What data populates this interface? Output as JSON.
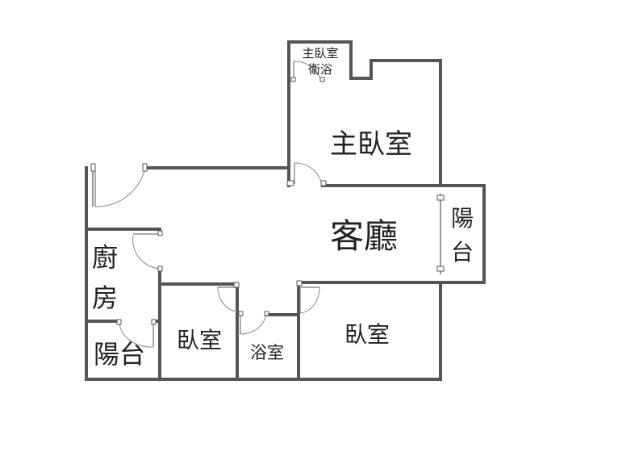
{
  "floorplan": {
    "rooms": {
      "master_bath": {
        "line1": "主臥室",
        "line2": "衛浴"
      },
      "master_bedroom": "主臥室",
      "living_room": "客廳",
      "balcony_east": {
        "line1": "陽",
        "line2": "台"
      },
      "kitchen": {
        "line1": "廚",
        "line2": "房"
      },
      "balcony_kitchen": "陽台",
      "bedroom_left": "臥室",
      "bathroom": "浴室",
      "bedroom_right": "臥室"
    },
    "colors": {
      "wall": "#555555",
      "text": "#222222",
      "background": "#ffffff"
    }
  }
}
